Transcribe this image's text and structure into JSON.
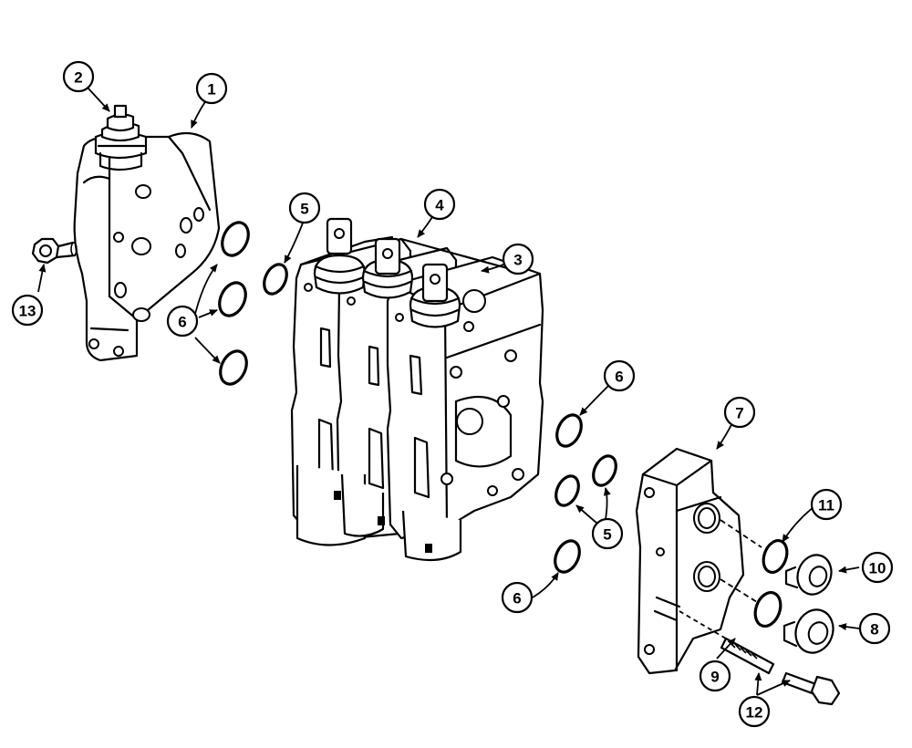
{
  "diagram": {
    "callouts": [
      {
        "id": "c1",
        "label": "1"
      },
      {
        "id": "c2",
        "label": "2"
      },
      {
        "id": "c3",
        "label": "3"
      },
      {
        "id": "c4",
        "label": "4"
      },
      {
        "id": "c5a",
        "label": "5"
      },
      {
        "id": "c5b",
        "label": "5"
      },
      {
        "id": "c6a",
        "label": "6"
      },
      {
        "id": "c6b",
        "label": "6"
      },
      {
        "id": "c6c",
        "label": "6"
      },
      {
        "id": "c7",
        "label": "7"
      },
      {
        "id": "c8",
        "label": "8"
      },
      {
        "id": "c9",
        "label": "9"
      },
      {
        "id": "c10",
        "label": "10"
      },
      {
        "id": "c11",
        "label": "11"
      },
      {
        "id": "c12",
        "label": "12"
      },
      {
        "id": "c13",
        "label": "13"
      }
    ]
  }
}
